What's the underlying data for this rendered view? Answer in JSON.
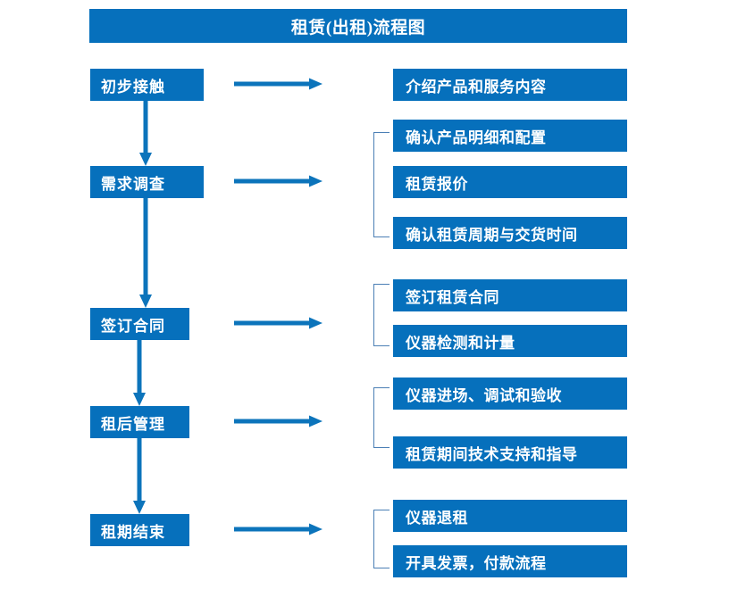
{
  "title": "租赁(出租)流程图",
  "colors": {
    "box_fill": "#0670BC",
    "box_text": "#FFFFFF",
    "arrow": "#0C74BB",
    "bracket": "#4B7FB5",
    "background": "#FFFFFF"
  },
  "stages": [
    {
      "label": "初步接触"
    },
    {
      "label": "需求调查"
    },
    {
      "label": "签订合同"
    },
    {
      "label": "租后管理"
    },
    {
      "label": "租期结束"
    }
  ],
  "details": [
    {
      "label": "介绍产品和服务内容"
    },
    {
      "label": "确认产品明细和配置"
    },
    {
      "label": "租赁报价"
    },
    {
      "label": "确认租赁周期与交货时间"
    },
    {
      "label": "签订租赁合同"
    },
    {
      "label": "仪器检测和计量"
    },
    {
      "label": "仪器进场、调试和验收"
    },
    {
      "label": "租赁期间技术支持和指导"
    },
    {
      "label": "仪器退租"
    },
    {
      "label": "开具发票，付款流程"
    }
  ],
  "groups": [
    {
      "name": "需求调查-group",
      "members": [
        "确认产品明细和配置",
        "租赁报价",
        "确认租赁周期与交货时间"
      ]
    },
    {
      "name": "签订合同-group",
      "members": [
        "签订租赁合同",
        "仪器检测和计量"
      ]
    },
    {
      "name": "租后管理-group",
      "members": [
        "仪器进场、调试和验收",
        "租赁期间技术支持和指导"
      ]
    },
    {
      "name": "租期结束-group",
      "members": [
        "仪器退租",
        "开具发票，付款流程"
      ]
    }
  ]
}
